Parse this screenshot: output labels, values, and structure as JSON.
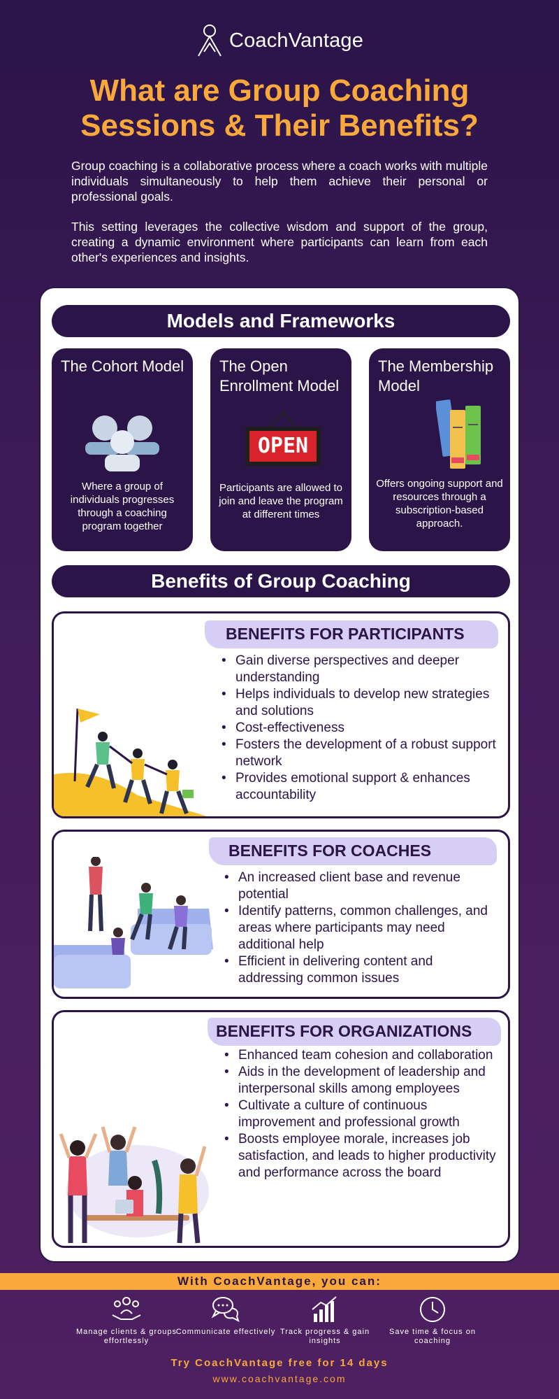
{
  "brand": {
    "name": "CoachVantage"
  },
  "title": "What are Group Coaching Sessions & Their Benefits?",
  "intro": [
    "Group coaching is a collaborative process where a coach works with multiple individuals simultaneously to help them achieve their personal or professional goals.",
    "This setting leverages the collective wisdom and support of the group, creating a dynamic environment where participants can learn from each other's experiences and insights."
  ],
  "models_heading": "Models and Frameworks",
  "models": [
    {
      "title": "The Cohort Model",
      "desc": "Where a group of individuals progresses through a coaching program together"
    },
    {
      "title": "The Open Enrollment Model",
      "desc": "Participants are allowed to join and leave the program at different times",
      "sign": "OPEN"
    },
    {
      "title": "The Membership Model",
      "desc": "Offers ongoing support and resources through a subscription-based approach."
    }
  ],
  "benefits_heading": "Benefits of Group Coaching",
  "participants": {
    "heading": "BENEFITS FOR PARTICIPANTS",
    "items": [
      "Gain diverse perspectives and deeper understanding",
      "Helps individuals to develop new strategies and solutions",
      "Cost-effectiveness",
      "Fosters the development of a robust support network",
      "Provides emotional support & enhances accountability"
    ]
  },
  "coaches": {
    "heading": "BENEFITS FOR COACHES",
    "items": [
      "An increased client base and revenue potential",
      "Identify patterns, common challenges, and areas where participants may need additional help",
      "Efficient in delivering content and addressing common issues"
    ]
  },
  "organizations": {
    "heading": "BENEFITS FOR ORGANIZATIONS",
    "items": [
      "Enhanced team cohesion and collaboration",
      "Aids in the development of leadership and interpersonal skills among employees",
      "Cultivate a culture of continuous improvement and professional growth",
      "Boosts employee morale, increases job satisfaction, and leads to higher productivity and performance across the board"
    ]
  },
  "footer": {
    "band": "With CoachVantage, you can:",
    "features": [
      {
        "icon": "people-icon",
        "label": "Manage clients & groups effortlessly"
      },
      {
        "icon": "chat-icon",
        "label": "Communicate effectively"
      },
      {
        "icon": "chart-icon",
        "label": "Track progress & gain insights"
      },
      {
        "icon": "clock-icon",
        "label": "Save time & focus on coaching"
      }
    ],
    "cta": "Try CoachVantage free for 14 days",
    "url": "www.coachvantage.com"
  },
  "colors": {
    "accent": "#f9a83c",
    "navy": "#2a1448",
    "highlight": "#cfc6f3"
  }
}
